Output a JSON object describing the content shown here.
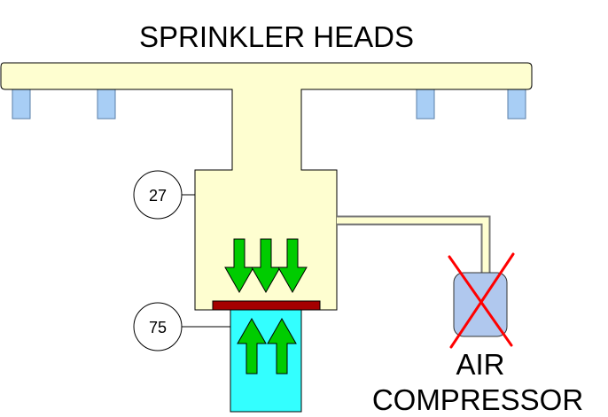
{
  "title": "SPRINKLER HEADS",
  "gauges": {
    "upper_value": "27",
    "lower_value": "75"
  },
  "compressor": {
    "line1": "AIR",
    "line2": "COMPRESSOR",
    "disabled": true
  },
  "colors": {
    "pipe_fill": "#fefed0",
    "sprinkler_head": "#a8cef5",
    "water_chamber": "#33ffff",
    "clapper": "#a50000",
    "arrows": "#00cc00",
    "compressor_fill": "#b0c8ee",
    "cross_out": "#ff0000"
  },
  "arrows": {
    "air_pressure_down_count": 3,
    "water_pressure_up_count": 2
  }
}
